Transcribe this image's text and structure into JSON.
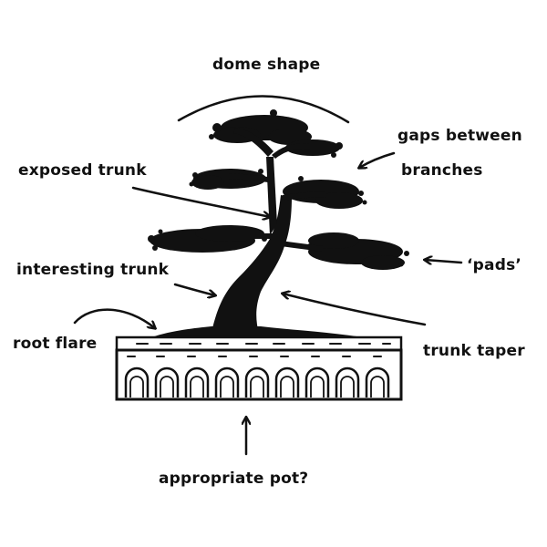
{
  "labels": {
    "dome_shape": "dome shape",
    "gaps_between_line1": "gaps between",
    "gaps_between_line2": "branches",
    "exposed_trunk": "exposed trunk",
    "interesting_trunk": "interesting trunk",
    "pads": "‘pads’",
    "root_flare": "root flare",
    "trunk_taper": "trunk taper",
    "appropriate_pot": "appropriate pot?"
  },
  "colors": {
    "ink": "#111111",
    "paper": "#ffffff"
  }
}
